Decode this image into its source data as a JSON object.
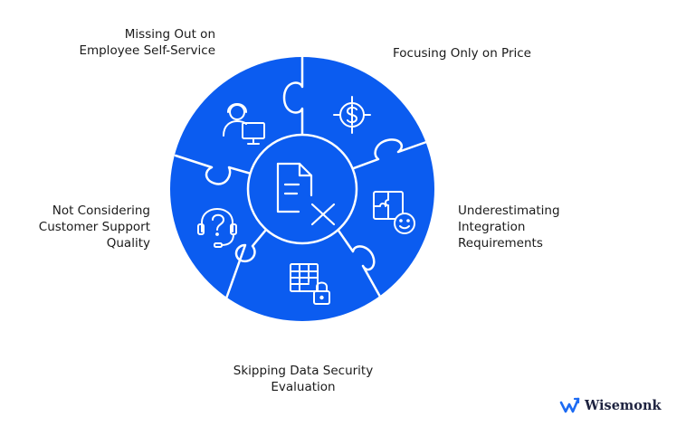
{
  "colors": {
    "accent": "#0b5cf0",
    "icon_stroke": "#ffffff",
    "text": "#1a1a1a",
    "brand_text": "#1e2340",
    "brand_accent": "#1d6bf3"
  },
  "center": {
    "icon": "document-x-icon"
  },
  "segments": [
    {
      "id": "self-service",
      "label_lines": [
        "Missing Out on",
        "Employee Self-Service"
      ],
      "icon": "support-agent-monitor-icon"
    },
    {
      "id": "price",
      "label_lines": [
        "Focusing Only on Price"
      ],
      "icon": "dollar-target-icon"
    },
    {
      "id": "integration",
      "label_lines": [
        "Underestimating",
        "Integration",
        "Requirements"
      ],
      "icon": "puzzle-gear-icon"
    },
    {
      "id": "security",
      "label_lines": [
        "Skipping Data Security",
        "Evaluation"
      ],
      "icon": "table-lock-icon"
    },
    {
      "id": "support",
      "label_lines": [
        "Not Considering",
        "Customer Support",
        "Quality"
      ],
      "icon": "headset-question-icon"
    }
  ],
  "brand": {
    "name": "Wisemonk",
    "icon": "wisemonk-logo-icon"
  }
}
